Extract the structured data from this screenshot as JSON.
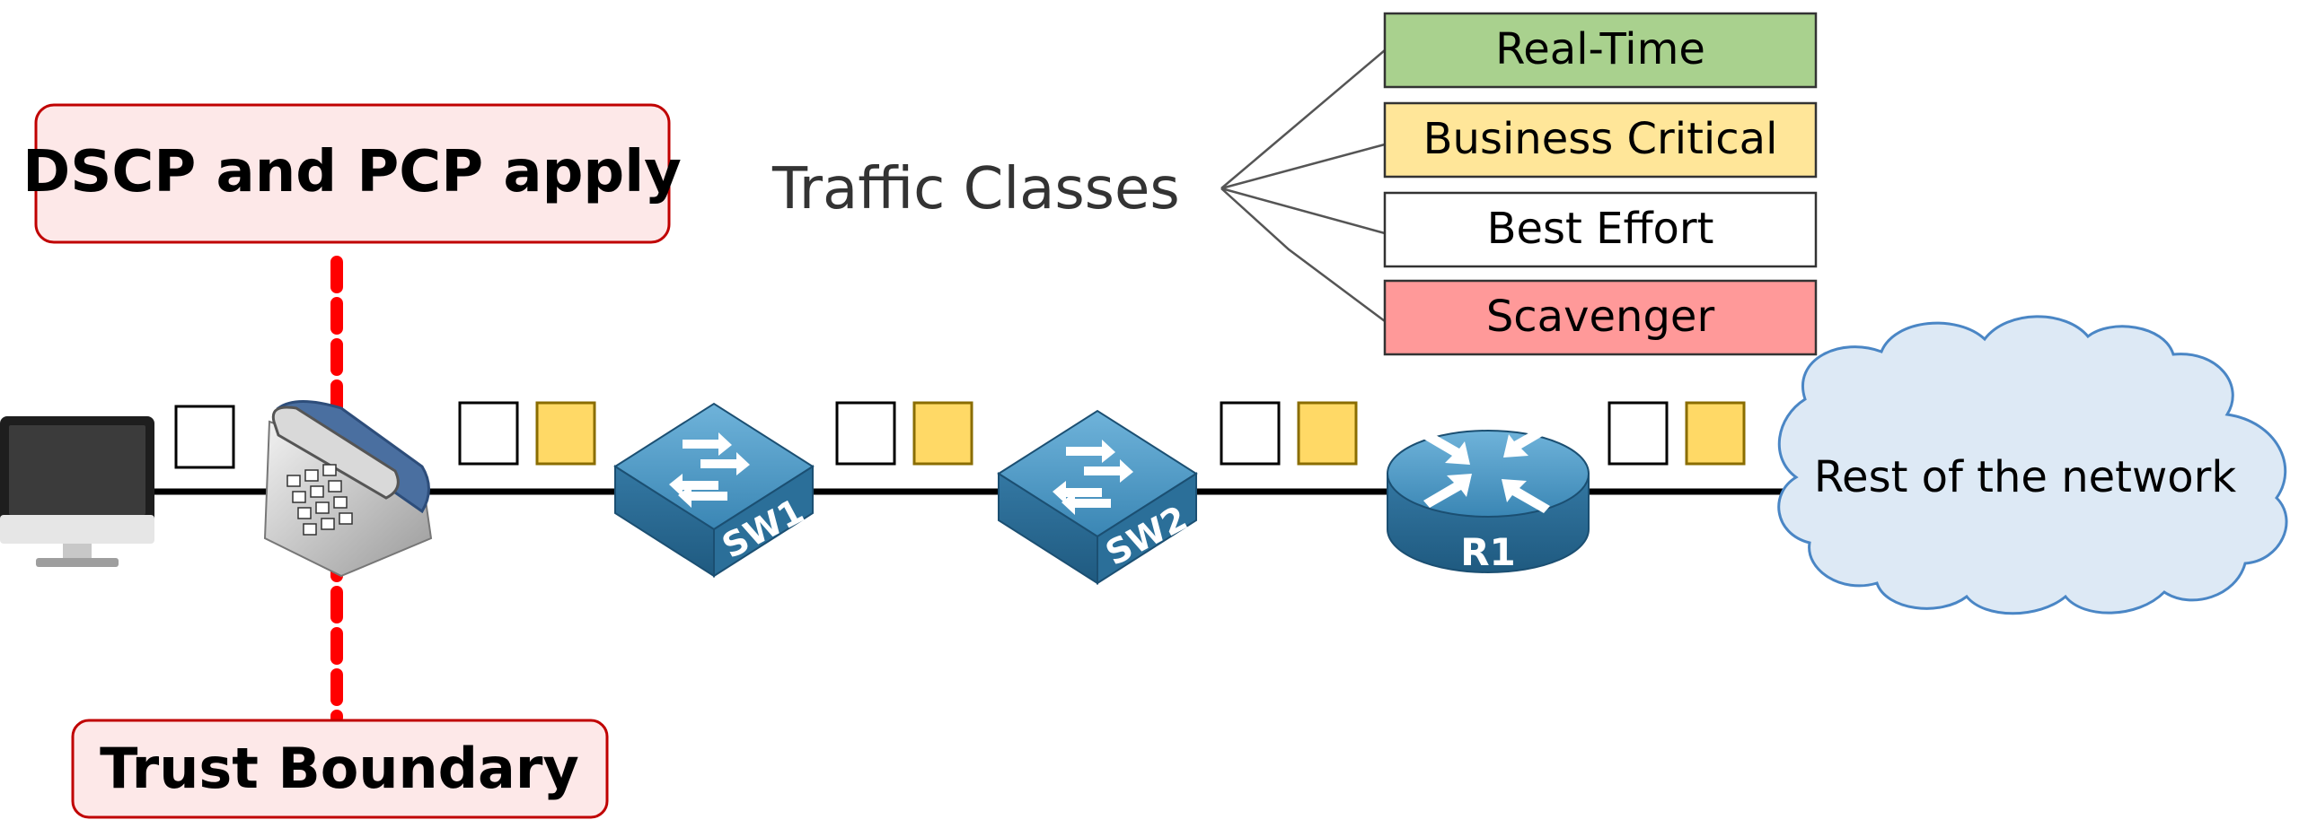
{
  "labels": {
    "dscp_pcp": "DSCP and PCP apply",
    "trust_boundary": "Trust Boundary",
    "traffic_classes": "Traffic Classes",
    "rest_of_network": "Rest of the network"
  },
  "traffic_classes": [
    {
      "label": "Real-Time",
      "color": "#a9d18e"
    },
    {
      "label": "Business Critical",
      "color": "#ffe699"
    },
    {
      "label": "Best Effort",
      "color": "#ffffff"
    },
    {
      "label": "Scavenger",
      "color": "#ff9999"
    }
  ],
  "devices": {
    "sw1": "SW1",
    "sw2": "SW2",
    "r1": "R1"
  },
  "colors": {
    "callout_fill": "#fde8e8",
    "callout_border": "#c00000",
    "trust_line": "#ff0000",
    "packet_marked": "#ffd966",
    "packet_unmarked": "#ffffff",
    "device_blue": "#3a86b4",
    "cloud_fill": "#dde9f5",
    "cloud_border": "#4a86c5"
  }
}
